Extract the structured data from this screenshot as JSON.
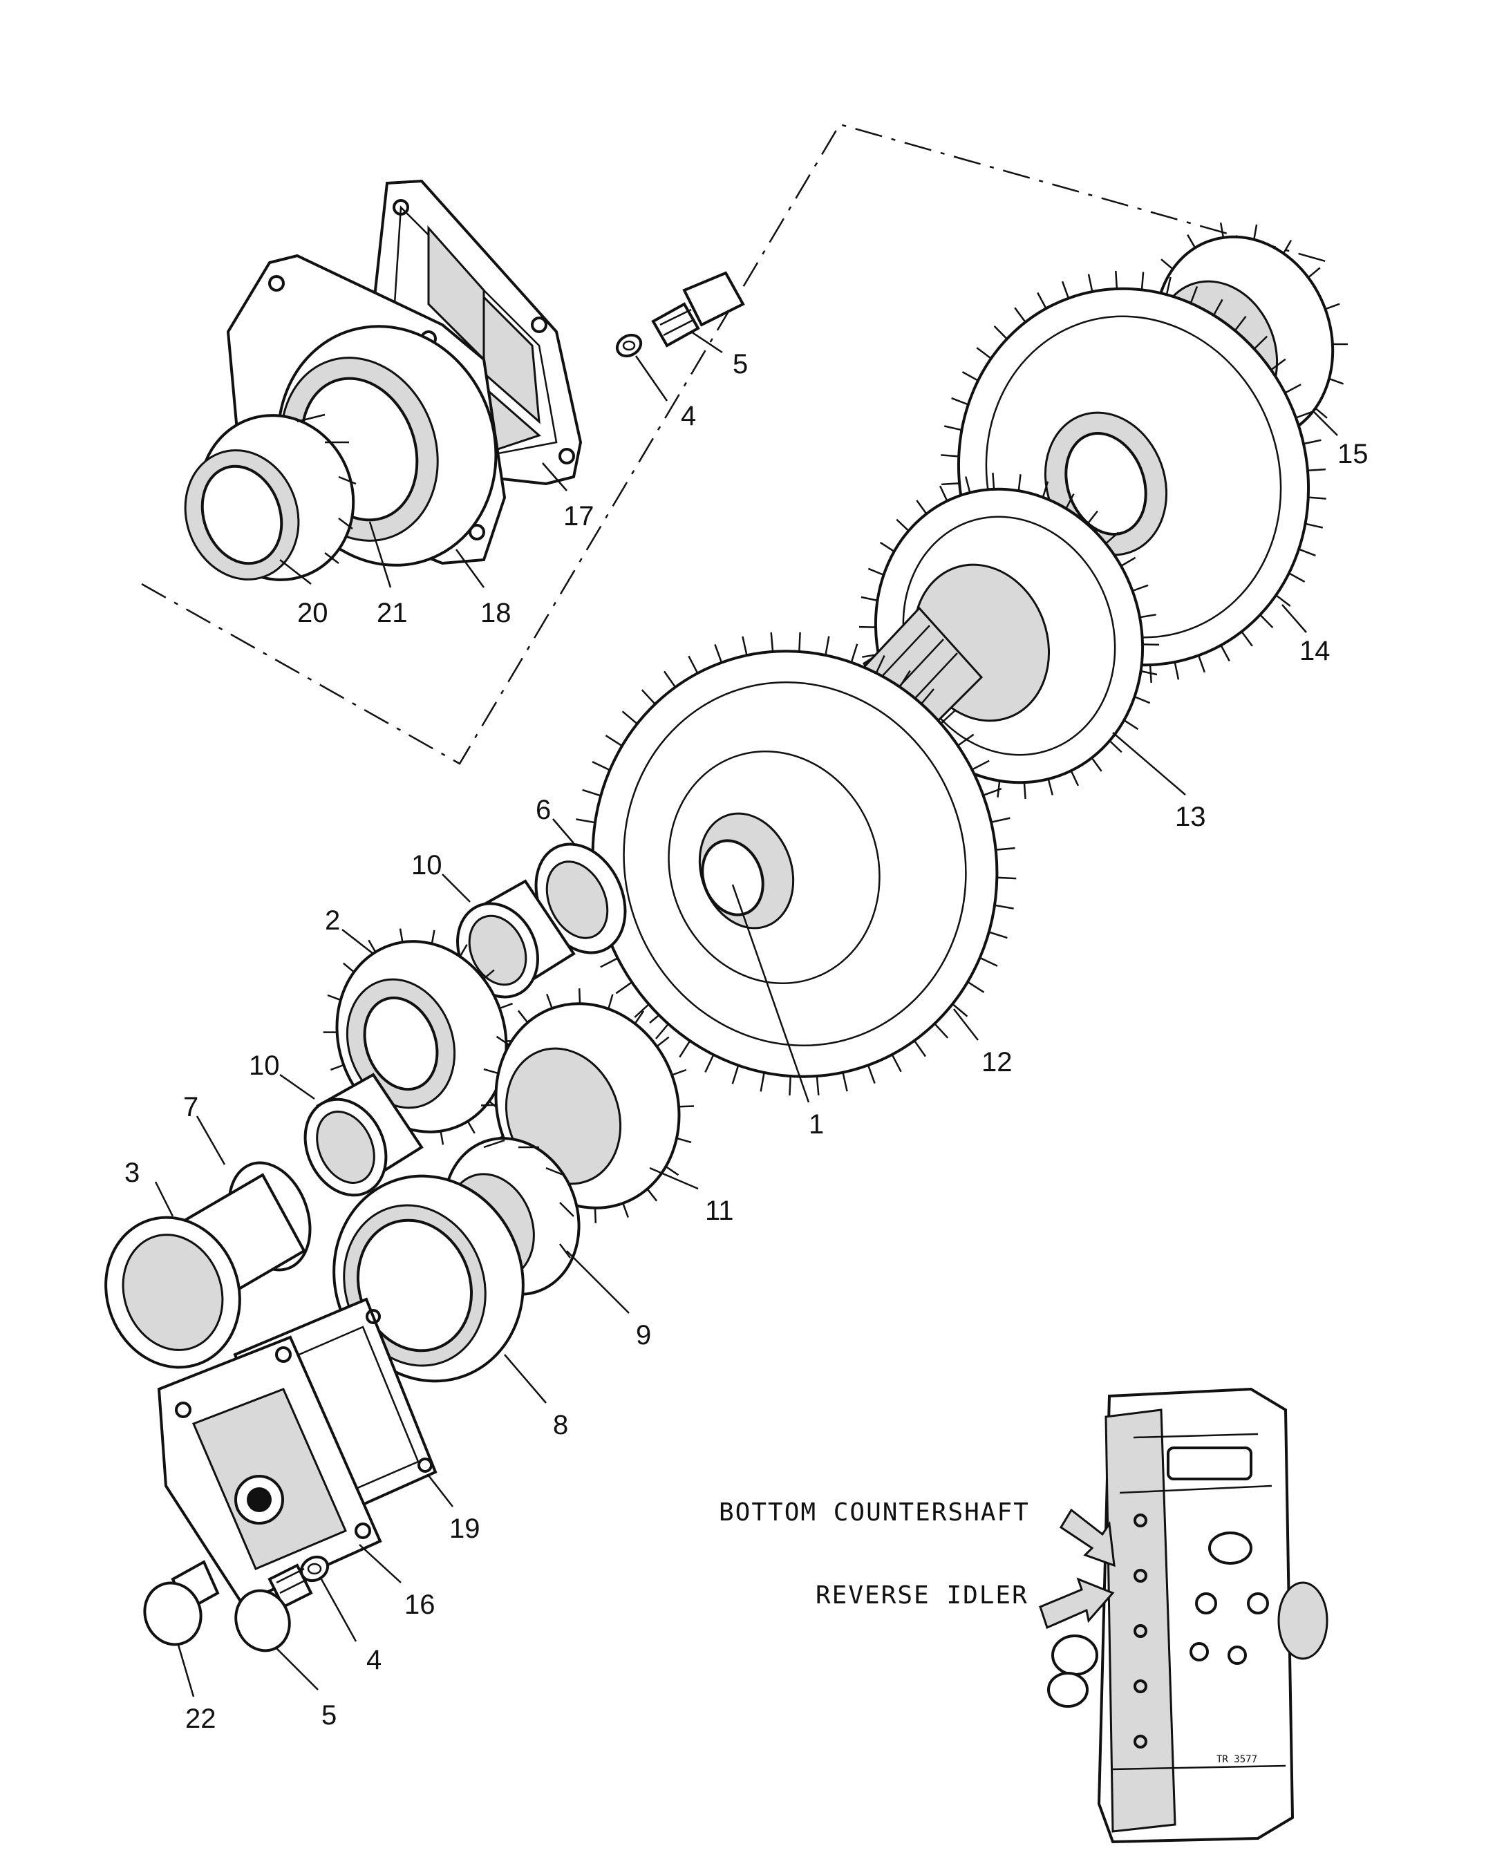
{
  "callouts": {
    "c1": "1",
    "c2": "2",
    "c3": "3",
    "c4a": "4",
    "c4b": "4",
    "c5a": "5",
    "c5b": "5",
    "c6": "6",
    "c7": "7",
    "c8": "8",
    "c9": "9",
    "c10a": "10",
    "c10b": "10",
    "c11": "11",
    "c12": "12",
    "c13": "13",
    "c14": "14",
    "c15": "15",
    "c16": "16",
    "c17": "17",
    "c18": "18",
    "c19": "19",
    "c20": "20",
    "c21": "21",
    "c22": "22"
  },
  "inset": {
    "label_top": "BOTTOM COUNTERSHAFT",
    "label_bottom": "REVERSE IDLER",
    "plate_code": "TR 3577"
  },
  "colors": {
    "ink": "#111111",
    "paper": "#ffffff"
  }
}
